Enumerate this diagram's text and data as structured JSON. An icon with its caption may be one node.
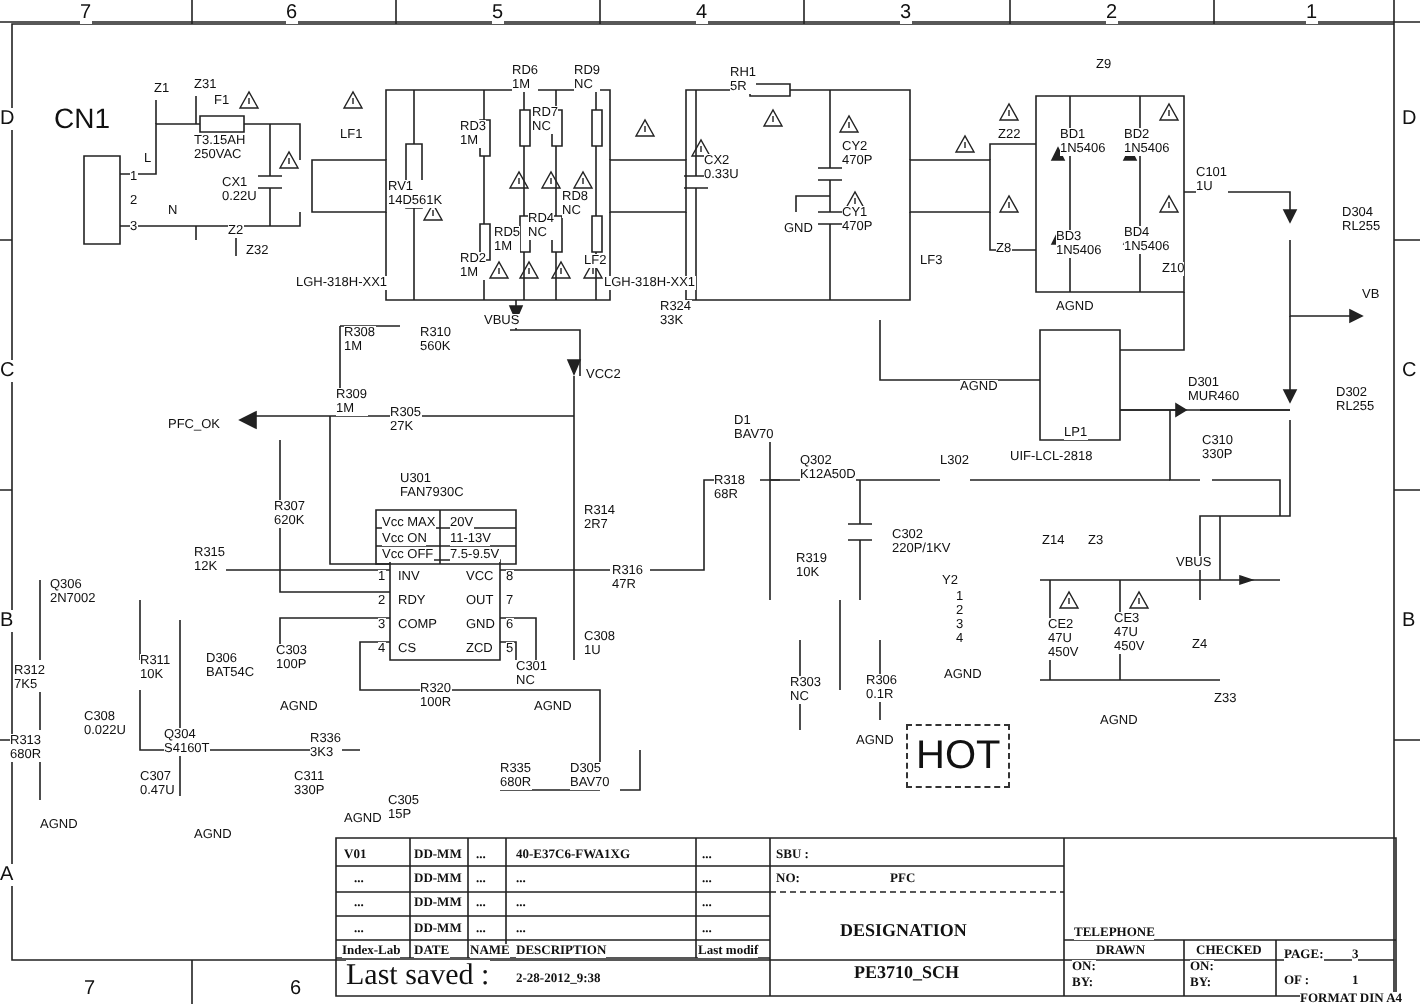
{
  "diagram": {
    "labels": [
      "7",
      "6",
      "5",
      "4",
      "3",
      "2",
      "1",
      "D",
      "D",
      "CN1",
      "Z1",
      "Z31",
      "F1",
      "T3.15AH 250VAC",
      "L",
      "1",
      "2",
      "N",
      "3",
      "CX1 0.22U",
      "Z2",
      "Z32",
      "LF1",
      "RV1 14D561K",
      "RD6 1M",
      "RD9 NC",
      "RD3 1M",
      "RD7 NC",
      "RD8 NC",
      "RD5 1M",
      "RD4 NC",
      "RD2 1M",
      "LGH-318H-XX1",
      "LF2",
      "LGH-318H-XX1",
      "RH1 5R",
      "CX2 0.33U",
      "CY2 470P",
      "GND",
      "CY1 470P",
      "LF3",
      "Z9",
      "Z22",
      "BD1 1N5406",
      "BD2 1N5406",
      "C101 1U",
      "Z8",
      "BD3 1N5406",
      "BD4 1N5406",
      "Z10",
      "D304 RL255",
      "AGND",
      "VB",
      "C",
      "C",
      "VBUS",
      "R324 33K",
      "R308 1M",
      "R310 560K",
      "VCC2",
      "R309 1M",
      "R305 27K",
      "PFC_OK",
      "D1 BAV70",
      "Q302 K12A50D",
      "L302",
      "LP1",
      "UIF-LCL-2818",
      "AGND",
      "D301 MUR460",
      "C310 330P",
      "D302 RL255",
      "U301 FAN7930C",
      "Vcc MAX",
      "20V",
      "Vcc ON",
      "11-13V",
      "Vcc OFF",
      "7.5-9.5V",
      "R307 620K",
      "R314 2R7",
      "R318 68R",
      "C302 220P/1KV",
      "R319 10K",
      "Z14",
      "Z3",
      "VBUS",
      "R315 12K",
      "1",
      "INV",
      "VCC",
      "8",
      "R316 47R",
      "2",
      "RDY",
      "OUT",
      "7",
      "Q306 2N7002",
      "3",
      "COMP",
      "GND",
      "6",
      "4",
      "CS",
      "ZCD",
      "5",
      "Y2",
      "1",
      "2",
      "3",
      "4",
      "CE2 47U 450V",
      "CE3 47U 450V",
      "Z4",
      "B",
      "B",
      "R312 7K5",
      "R311 10K",
      "D306 BAT54C",
      "C303 100P",
      "C308 1U",
      "C301 NC",
      "R303 NC",
      "R306 0.1R",
      "AGND",
      "Z33",
      "AGND",
      "AGND",
      "C308 0.022U",
      "R313 680R",
      "Q304 S4160T",
      "R320 100R",
      "AGND",
      "AGND",
      "R336 3K3",
      "C307 0.47U",
      "C311 330P",
      "HOT",
      "R335 680R",
      "D305 BAV70",
      "C305 15P",
      "AGND",
      "AGND",
      "AGND",
      "A",
      "V01",
      "DD-MM",
      "...",
      "40-E37C6-FWA1XG",
      "...",
      "SBU :",
      "...",
      "DD-MM",
      "...",
      "...",
      "...",
      "NO:",
      "PFC",
      "...",
      "DD-MM",
      "...",
      "...",
      "...",
      "...",
      "DD-MM",
      "...",
      "...",
      "...",
      "DESIGNATION",
      "TELEPHONE",
      "Index-Lab",
      "DATE",
      "NAME",
      "DESCRIPTION",
      "Last modif",
      "DRAWN",
      "CHECKED",
      "PAGE:",
      "3",
      "ON:",
      "ON:",
      "PE3710_SCH",
      "7",
      "6",
      "Last saved :",
      "2-28-2012_9:38",
      "BY:",
      "BY:",
      "OF :",
      "1",
      "FORMAT DIN A4"
    ]
  }
}
